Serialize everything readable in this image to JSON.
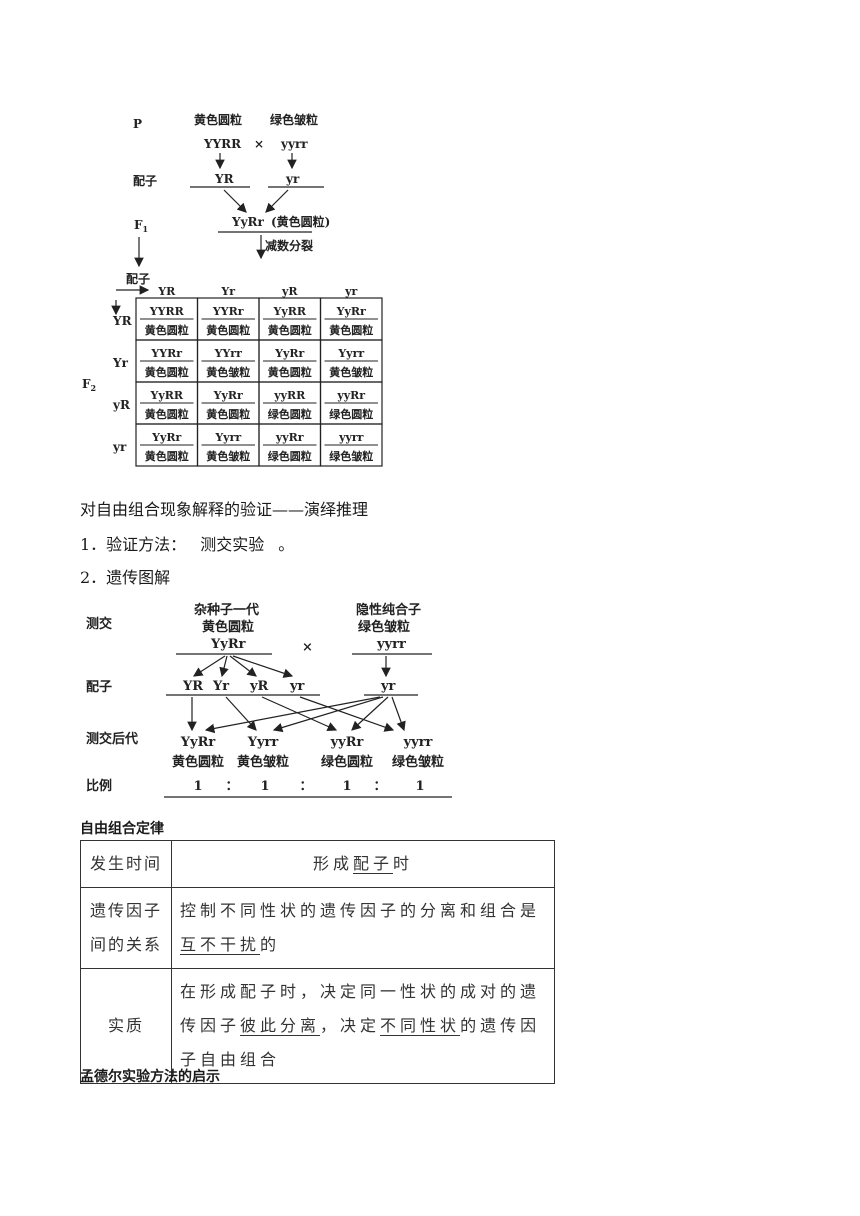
{
  "d1": {
    "p": "P",
    "p1_pheno": "黄色圆粒",
    "p2_pheno": "绿色皱粒",
    "p1_geno": "YYRR",
    "cross": "×",
    "p2_geno": "yyrr",
    "gamete_label": "配子",
    "p1_gamete": "YR",
    "p2_gamete": "yr",
    "f1": "F",
    "f1_sub": "1",
    "f1_geno": "YyRr",
    "f1_pheno": "(黄色圆粒)",
    "meiosis": "减数分裂",
    "gamete_label2": "配子",
    "f2": "F",
    "f2_sub": "2",
    "col_heads": [
      "YR",
      "Yr",
      "yR",
      "yr"
    ],
    "row_heads": [
      "YR",
      "Yr",
      "yR",
      "yr"
    ],
    "cells": [
      [
        [
          "YYRR",
          "黄色圆粒"
        ],
        [
          "YYRr",
          "黄色圆粒"
        ],
        [
          "YyRR",
          "黄色圆粒"
        ],
        [
          "YyRr",
          "黄色圆粒"
        ]
      ],
      [
        [
          "YYRr",
          "黄色圆粒"
        ],
        [
          "YYrr",
          "黄色皱粒"
        ],
        [
          "YyRr",
          "黄色圆粒"
        ],
        [
          "Yyrr",
          "黄色皱粒"
        ]
      ],
      [
        [
          "YyRR",
          "黄色圆粒"
        ],
        [
          "YyRr",
          "黄色圆粒"
        ],
        [
          "yyRR",
          "绿色圆粒"
        ],
        [
          "yyRr",
          "绿色圆粒"
        ]
      ],
      [
        [
          "YyRr",
          "黄色圆粒"
        ],
        [
          "Yyrr",
          "黄色皱粒"
        ],
        [
          "yyRr",
          "绿色圆粒"
        ],
        [
          "yyrr",
          "绿色皱粒"
        ]
      ]
    ]
  },
  "text": {
    "verify_title": "对自由组合现象解释的验证——演绎推理",
    "item1_prefix": "1．验证方法：",
    "item1_blank": "测交实验",
    "item1_suffix": "。",
    "item2": "2．遗传图解"
  },
  "d2": {
    "testcross": "测交",
    "hybrid_title": "杂种子一代",
    "hybrid_pheno": "黄色圆粒",
    "hybrid_geno": "YyRr",
    "cross": "×",
    "recessive_title": "隐性纯合子",
    "recessive_pheno": "绿色皱粒",
    "recessive_geno": "yyrr",
    "gamete_label": "配子",
    "gametes": [
      "YR",
      "Yr",
      "yR",
      "yr"
    ],
    "recessive_gamete": "yr",
    "offspring_label": "测交后代",
    "offspring": [
      [
        "YyRr",
        "黄色圆粒"
      ],
      [
        "Yyrr",
        "黄色皱粒"
      ],
      [
        "yyRr",
        "绿色圆粒"
      ],
      [
        "yyrr",
        "绿色皱粒"
      ]
    ],
    "ratio_label": "比例",
    "ratio": [
      "1",
      "：",
      "1",
      "：",
      "1",
      "：",
      "1"
    ]
  },
  "law": {
    "heading": "自由组合定律",
    "row1_head": "发生时间",
    "row1_pre": "形成",
    "row1_u": "配子",
    "row1_post": "时",
    "row2_head_a": "遗传因子",
    "row2_head_b": "间的关系",
    "row2_pre": "控制不同性状的遗传因子的分离和组合是",
    "row2_u": "互不干扰",
    "row2_post": "的",
    "row3_head": "实质",
    "row3_a": "在形成配子时，决定同一性状的成对的遗传因子",
    "row3_u1": "彼此分离",
    "row3_b": "，决定",
    "row3_u2": "不同性状",
    "row3_c": "的遗传因子自由组合"
  },
  "footer_heading": "孟德尔实验方法的启示"
}
